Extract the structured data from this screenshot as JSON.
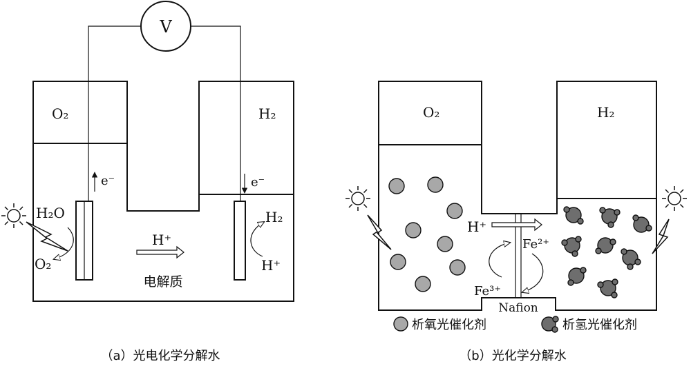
{
  "panel_a": {
    "voltmeter": "V",
    "gas_left": "O₂",
    "gas_right": "H₂",
    "electron_left": "e⁻",
    "electron_right": "e⁻",
    "water": "H₂O",
    "o2_out": "O₂",
    "h2_out": "H₂",
    "proton_right": "H⁺",
    "proton_mid": "H⁺",
    "electrolyte": "电解质",
    "caption": "（a）光电化学分解水"
  },
  "panel_b": {
    "gas_left": "O₂",
    "gas_right": "H₂",
    "proton": "H⁺",
    "fe2": "Fe²⁺",
    "fe3": "Fe³⁺",
    "membrane": "Nafion",
    "legend_oxygen": "析氧光催化剂",
    "legend_hydrogen": "析氢光催化剂",
    "caption": "（b）光化学分解水",
    "colors": {
      "oxygen_catalyst": "#a8a8a8",
      "hydrogen_catalyst": "#6e6e6e"
    }
  }
}
